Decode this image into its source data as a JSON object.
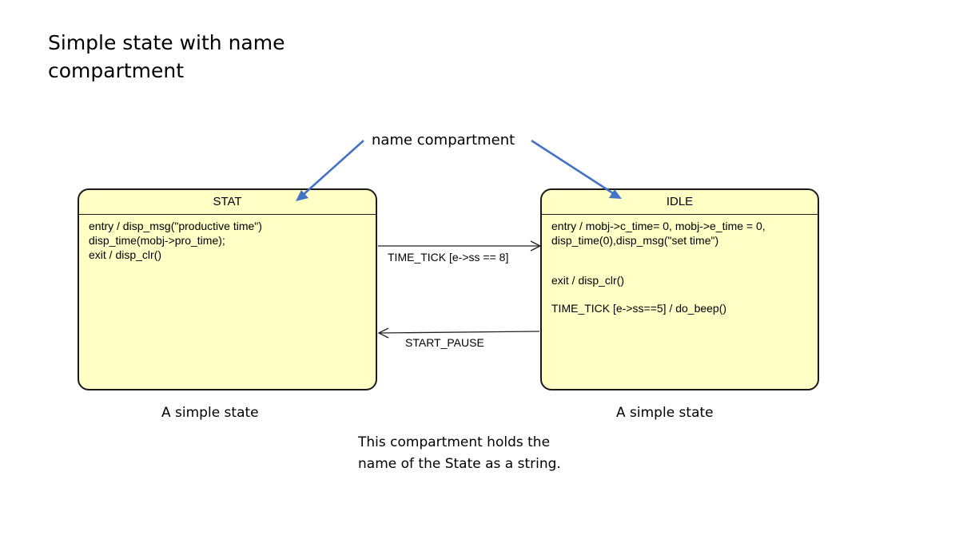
{
  "title": "Simple state with name compartment",
  "annotation": "name compartment",
  "states": {
    "stat": {
      "name": "STAT",
      "lines": [
        "entry / disp_msg(\"productive time\")",
        "disp_time(mobj->pro_time);",
        "exit / disp_clr()"
      ]
    },
    "idle": {
      "name": "IDLE",
      "lines": [
        "entry / mobj->c_time= 0, mobj->e_time = 0,",
        "disp_time(0),disp_msg(\"set time\")",
        "exit / disp_clr()",
        "TIME_TICK [e->ss==5] / do_beep()"
      ]
    }
  },
  "transitions": {
    "tick": "TIME_TICK [e->ss == 8]",
    "start_pause": "START_PAUSE"
  },
  "captions": {
    "stat": "A simple state",
    "idle": "A simple state"
  },
  "note": [
    "This compartment holds the",
    "name of the State as a string."
  ],
  "colors": {
    "state_fill": "#ffffc6",
    "annotation_arrow": "#4472c4"
  }
}
